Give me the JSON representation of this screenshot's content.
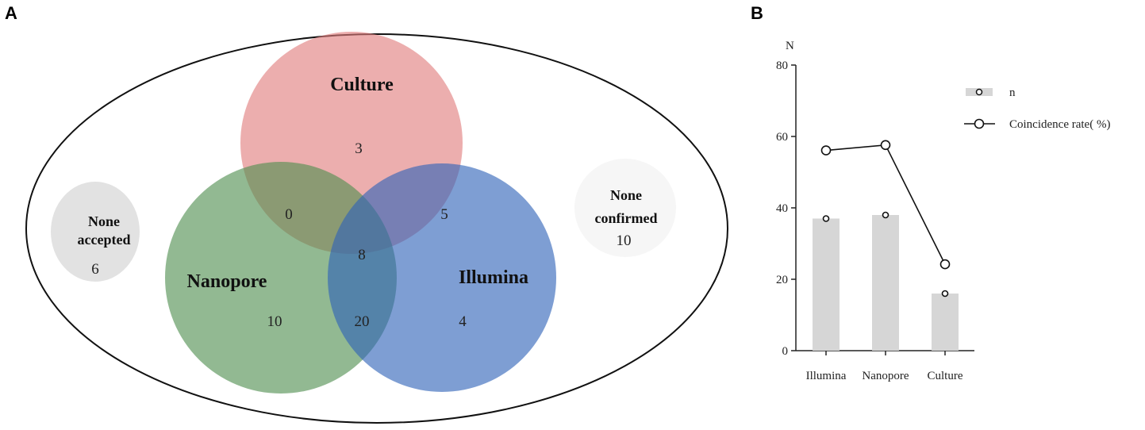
{
  "colors": {
    "culture": "#e07c7c",
    "nanopore": "#4f8e4f",
    "illumina": "#2e63b8",
    "bar": "#d6d6d6",
    "line": "#111111",
    "none_accepted_bg": "#e2e2e2",
    "none_confirmed_bg": "#f6f6f6"
  },
  "panel_a": {
    "letter": "A",
    "sets": {
      "culture": "Culture",
      "nanopore": "Nanopore",
      "illumina": "Illumina"
    },
    "counts": {
      "culture_only": "3",
      "culture_nanopore": "0",
      "culture_illumina": "5",
      "all_three": "8",
      "nanopore_only": "10",
      "nanopore_illumina": "20",
      "illumina_only": "4"
    },
    "none_accepted": {
      "line1": "None",
      "line2": "accepted",
      "count": "6"
    },
    "none_confirmed": {
      "line1": "None",
      "line2": "confirmed",
      "count": "10"
    }
  },
  "panel_b": {
    "letter": "B"
  },
  "chart_data": {
    "type": "bar",
    "categories": [
      "Illumina",
      "Nanopore",
      "Culture"
    ],
    "series": [
      {
        "name": "n",
        "type": "bar",
        "values": [
          37,
          38,
          16
        ]
      },
      {
        "name": "Coincidence rate( %)",
        "type": "line",
        "values": [
          56.1,
          57.6,
          24.2
        ]
      }
    ],
    "ylabel": "N",
    "ylim": [
      0,
      80
    ],
    "yticks": [
      "0",
      "20",
      "40",
      "60",
      "80"
    ],
    "legend": "top-right",
    "grid": false
  }
}
